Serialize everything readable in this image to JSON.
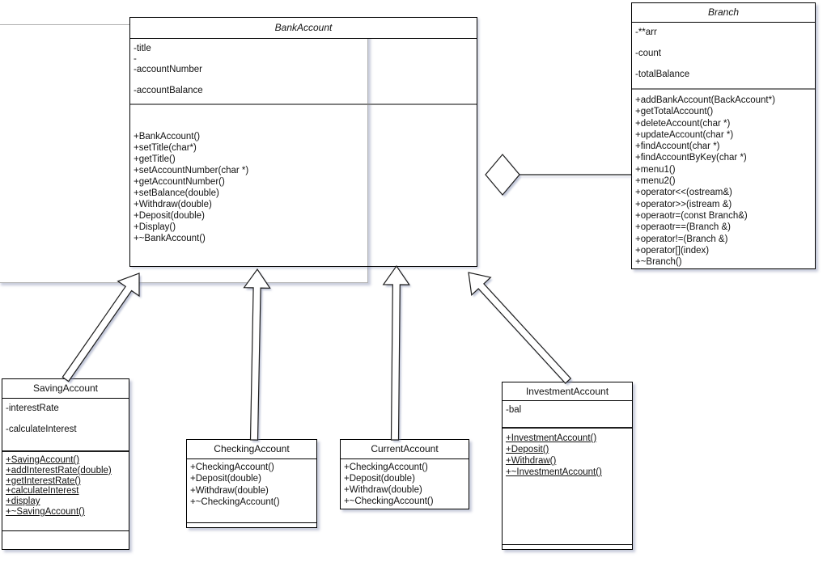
{
  "diagram_type": "uml-class-diagram",
  "colors": {
    "canvas_bg": "#ffffff",
    "box_fill": "#ffffff",
    "box_border": "#000000",
    "divider_gray": "#808080",
    "big_rect_border": "#b3b3b3",
    "shadow": "#8c9ab0"
  },
  "classes": {
    "bank_account": {
      "title": "BankAccount",
      "abstract": true,
      "attributes": [
        "-title",
        "-",
        "-accountNumber",
        "",
        "-accountBalance"
      ],
      "methods": [
        "+BankAccount()",
        "+setTitle(char*)",
        "+getTitle()",
        "+setAccountNumber(char *)",
        "+getAccountNumber()",
        "+setBalance(double)",
        "+Withdraw(double)",
        "+Deposit(double)",
        "+Display()",
        "+~BankAccount()"
      ]
    },
    "branch": {
      "title": "Branch",
      "abstract": true,
      "attributes": [
        "-**arr",
        "",
        "-count",
        "",
        "-totalBalance"
      ],
      "methods": [
        "+addBankAccount(BackAccount*)",
        "+getTotalAccount()",
        "+deleteAccount(char *)",
        "+updateAccount(char *)",
        "+findAccount(char *)",
        "+findAccountByKey(char *)",
        "+menu1()",
        "+menu2()",
        "+operator<<(ostream&)",
        "+operator>>(istream &)",
        "+operaotr=(const Branch&)",
        "+operaotr==(Branch &)",
        "+operator!=(Branch &)",
        "+operator[](index)",
        "+~Branch()"
      ]
    },
    "saving_account": {
      "title": "SavingAccount",
      "attributes": [
        "-interestRate",
        "",
        "-calculateInterest"
      ],
      "methods": [
        "+SavingAccount()",
        "+addInterestRate(double)",
        "+getInterestRate()",
        "+calculateInterest",
        "+display",
        "+~SavingAccount()"
      ],
      "methods_underlined": true
    },
    "checking_account": {
      "title": "CheckingAccount",
      "attributes": [],
      "methods": [
        "+CheckingAccount()",
        "+Deposit(double)",
        "+Withdraw(double)",
        "+~CheckingAccount()"
      ]
    },
    "current_account": {
      "title": "CurrentAccount",
      "attributes": [],
      "methods": [
        "+CheckingAccount()",
        "+Deposit(double)",
        "+Withdraw(double)",
        "+~CheckingAccount()"
      ]
    },
    "investment_account": {
      "title": "InvestmentAccount",
      "attributes": [
        "-bal"
      ],
      "methods": [
        "+InvestmentAccount()",
        "+Deposit()",
        "+Withdraw()",
        "+~InvestmentAccount()"
      ],
      "methods_underlined": true
    }
  },
  "relationships": [
    {
      "type": "inheritance",
      "from": "SavingAccount",
      "to": "BankAccount"
    },
    {
      "type": "inheritance",
      "from": "CheckingAccount",
      "to": "BankAccount"
    },
    {
      "type": "inheritance",
      "from": "CurrentAccount",
      "to": "BankAccount"
    },
    {
      "type": "inheritance",
      "from": "InvestmentAccount",
      "to": "BankAccount"
    },
    {
      "type": "aggregation",
      "from": "Branch",
      "to": "BankAccount"
    }
  ]
}
